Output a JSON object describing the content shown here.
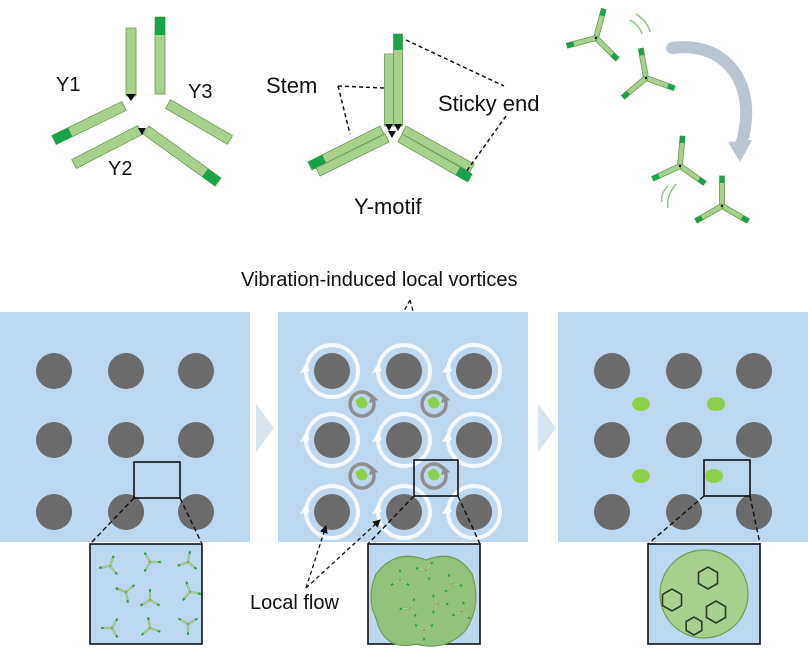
{
  "labels": {
    "y1": "Y1",
    "y2": "Y2",
    "y3": "Y3",
    "stem": "Stem",
    "sticky_end": "Sticky end",
    "y_motif": "Y-motif",
    "vortices": "Vibration-induced local vortices",
    "local_flow": "Local flow"
  },
  "colors": {
    "strand_fill": "#a9d18e",
    "strand_stroke": "#6c9a52",
    "sticky_end": "#17a34a",
    "panel_bg": "#bdd7ee",
    "pillar": "#6b6b6b",
    "droplet": "#8ad04a",
    "chevron": "#d6e4ef",
    "vortex_ring": "#ffffff",
    "vortex_arrow": "#8e8e8e",
    "aggregate": "#92c27a",
    "crystal": "#a9cf8c"
  },
  "panels": [
    {
      "name": "panel-dispersed",
      "state": "dispersed Y-motifs"
    },
    {
      "name": "panel-vortices",
      "state": "aggregating"
    },
    {
      "name": "panel-assembled",
      "state": "assembled networks"
    }
  ]
}
